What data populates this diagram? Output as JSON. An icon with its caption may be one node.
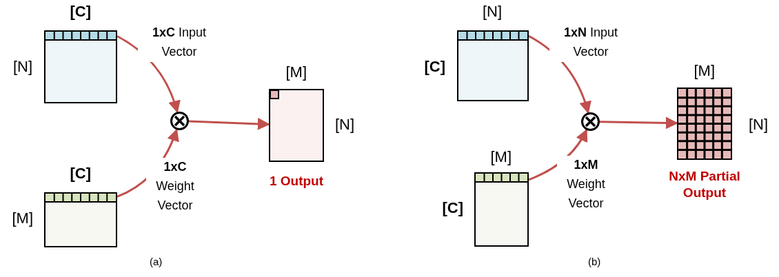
{
  "diagram": {
    "nodes": [
      {
        "text": [],
        "shape": "box",
        "beside": [
          "[C]",
          "[N]"
        ]
      },
      {
        "text": [],
        "shape": "box",
        "beside": [
          "[C]",
          "[M]"
        ]
      },
      {
        "text": [],
        "shape": "circle"
      },
      {
        "text": [],
        "shape": "box",
        "beside": [
          "[M]",
          "[N]",
          "1 Output"
        ]
      },
      {
        "text": [],
        "shape": "box",
        "beside": [
          "[N]",
          "[C]"
        ]
      },
      {
        "text": [],
        "shape": "box",
        "beside": [
          "[M]",
          "[C]"
        ]
      },
      {
        "text": [],
        "shape": "circle"
      },
      {
        "text": [],
        "shape": "box",
        "beside": [
          "[M]",
          "[N]",
          "NxM Partial Output"
        ]
      }
    ],
    "edges": [
      {
        "from": 0,
        "to": 2,
        "arrow": "to",
        "label": "**1xC** Input Vector"
      },
      {
        "from": 1,
        "to": 2,
        "arrow": "to",
        "label": "**1xC** Weight Vector"
      },
      {
        "from": 2,
        "to": 3,
        "arrow": "to"
      },
      {
        "from": 4,
        "to": 6,
        "arrow": "to",
        "label": "**1xN** Input Vector"
      },
      {
        "from": 5,
        "to": 6,
        "arrow": "to",
        "label": "**1xM** Weight Vector"
      },
      {
        "from": 6,
        "to": 7,
        "arrow": "to"
      }
    ],
    "labels": [
      "(a)",
      "(b)"
    ]
  }
}
